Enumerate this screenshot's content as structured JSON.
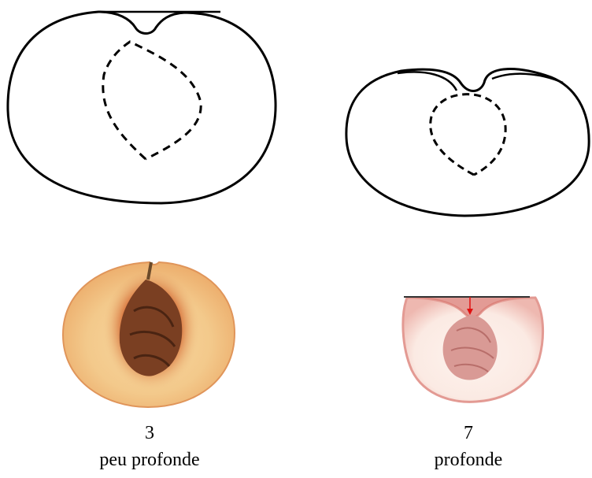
{
  "specimens": [
    {
      "score": "3",
      "label": "peu profonde"
    },
    {
      "score": "7",
      "label": "profonde"
    }
  ],
  "colors": {
    "outline": "#000000",
    "flesh_yellow": "#f3c98b",
    "flesh_orange": "#e79a5c",
    "stone_brown": "#7a3f22",
    "flesh_white": "#fbeae3",
    "skin_red": "#d97a72",
    "stone_pink": "#d99a95",
    "arrow_red": "#e01010"
  }
}
